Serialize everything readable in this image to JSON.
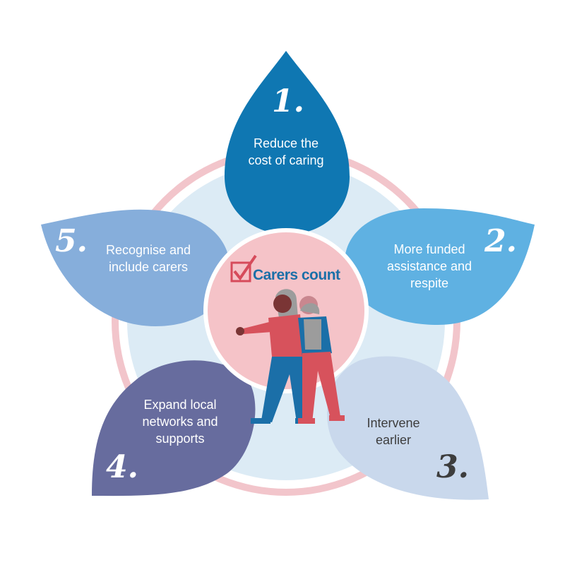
{
  "logo": {
    "text": "Carers count"
  },
  "petals": [
    {
      "number": "1.",
      "text": "Reduce the cost of caring",
      "color": "#0f77b2"
    },
    {
      "number": "2.",
      "text": "More funded assistance and respite",
      "color": "#5fb1e2"
    },
    {
      "number": "3.",
      "text": "Intervene earlier",
      "color": "#c9d8ec"
    },
    {
      "number": "4.",
      "text": "Expand local networks and supports",
      "color": "#676c9e"
    },
    {
      "number": "5.",
      "text": "Recognise and include carers",
      "color": "#86aedb"
    }
  ]
}
